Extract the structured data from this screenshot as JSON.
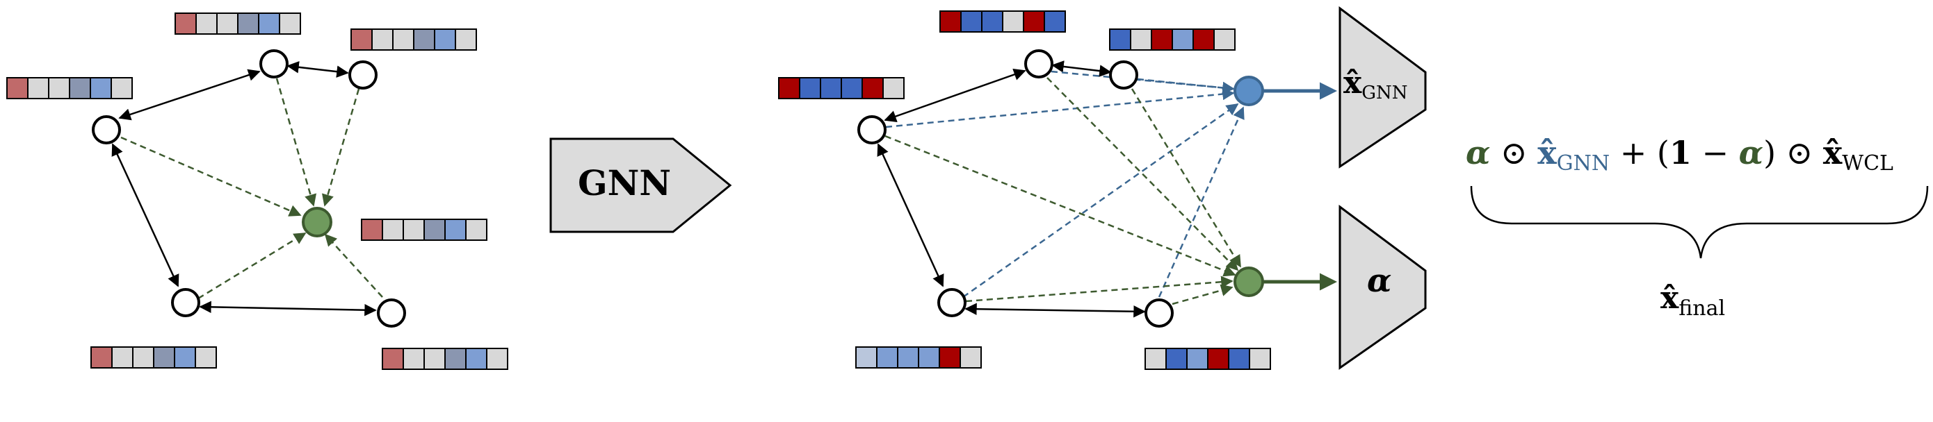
{
  "colors": {
    "green": "#6f9a5d",
    "green_dark": "#3d5a2f",
    "blue": "#5b8ec6",
    "blue_dark": "#3b6791",
    "block_fill": "#dcdcdc",
    "red": "#a80000",
    "red_light": "#c06a6a",
    "blue_mid": "#3f68c0",
    "blue_light": "#7e9ed3",
    "slate": "#8a96b0",
    "grey": "#d8d8d8",
    "blue_pale": "#b9c6dc"
  },
  "icons": {
    "gnn_block": "pentagon-arrow-block",
    "output_block": "trapezoid-block"
  },
  "gnn_label": "GNN",
  "outputs": {
    "xhat_symbol": "x̂",
    "xhat_sub": "GNN",
    "alpha_symbol": "α"
  },
  "formula": {
    "alpha1": "α",
    "odot1": " ⊙ ",
    "xhat_gnn": "x̂",
    "gnn_sub": "GNN",
    "plus": " + (",
    "one": "1",
    "minus": " − ",
    "alpha2": "α",
    "close": ")",
    "odot2": " ⊙ ",
    "xhat_wcl": "x̂",
    "wcl_sub": "WCL",
    "final_symbol": "x̂",
    "final_sub": "final"
  },
  "feature_vectors": {
    "left": [
      [
        "red_light",
        "grey",
        "grey",
        "slate",
        "blue_light",
        "grey"
      ],
      [
        "red_light",
        "grey",
        "grey",
        "slate",
        "blue_light",
        "grey"
      ],
      [
        "red_light",
        "grey",
        "grey",
        "slate",
        "blue_light",
        "grey"
      ],
      [
        "red_light",
        "grey",
        "grey",
        "slate",
        "blue_light",
        "grey"
      ],
      [
        "red_light",
        "grey",
        "grey",
        "slate",
        "blue_light",
        "grey"
      ],
      [
        "red_light",
        "grey",
        "grey",
        "slate",
        "blue_light",
        "grey"
      ]
    ],
    "right": [
      [
        "red",
        "blue_mid",
        "blue_mid",
        "grey",
        "red",
        "blue_mid"
      ],
      [
        "blue_mid",
        "grey",
        "red",
        "blue_light",
        "red",
        "grey"
      ],
      [
        "red",
        "blue_mid",
        "blue_mid",
        "blue_mid",
        "red",
        "grey"
      ],
      [
        "blue_pale",
        "blue_light",
        "blue_light",
        "blue_light",
        "red",
        "grey"
      ],
      [
        "grey",
        "blue_mid",
        "blue_light",
        "red",
        "blue_mid",
        "grey"
      ]
    ]
  }
}
